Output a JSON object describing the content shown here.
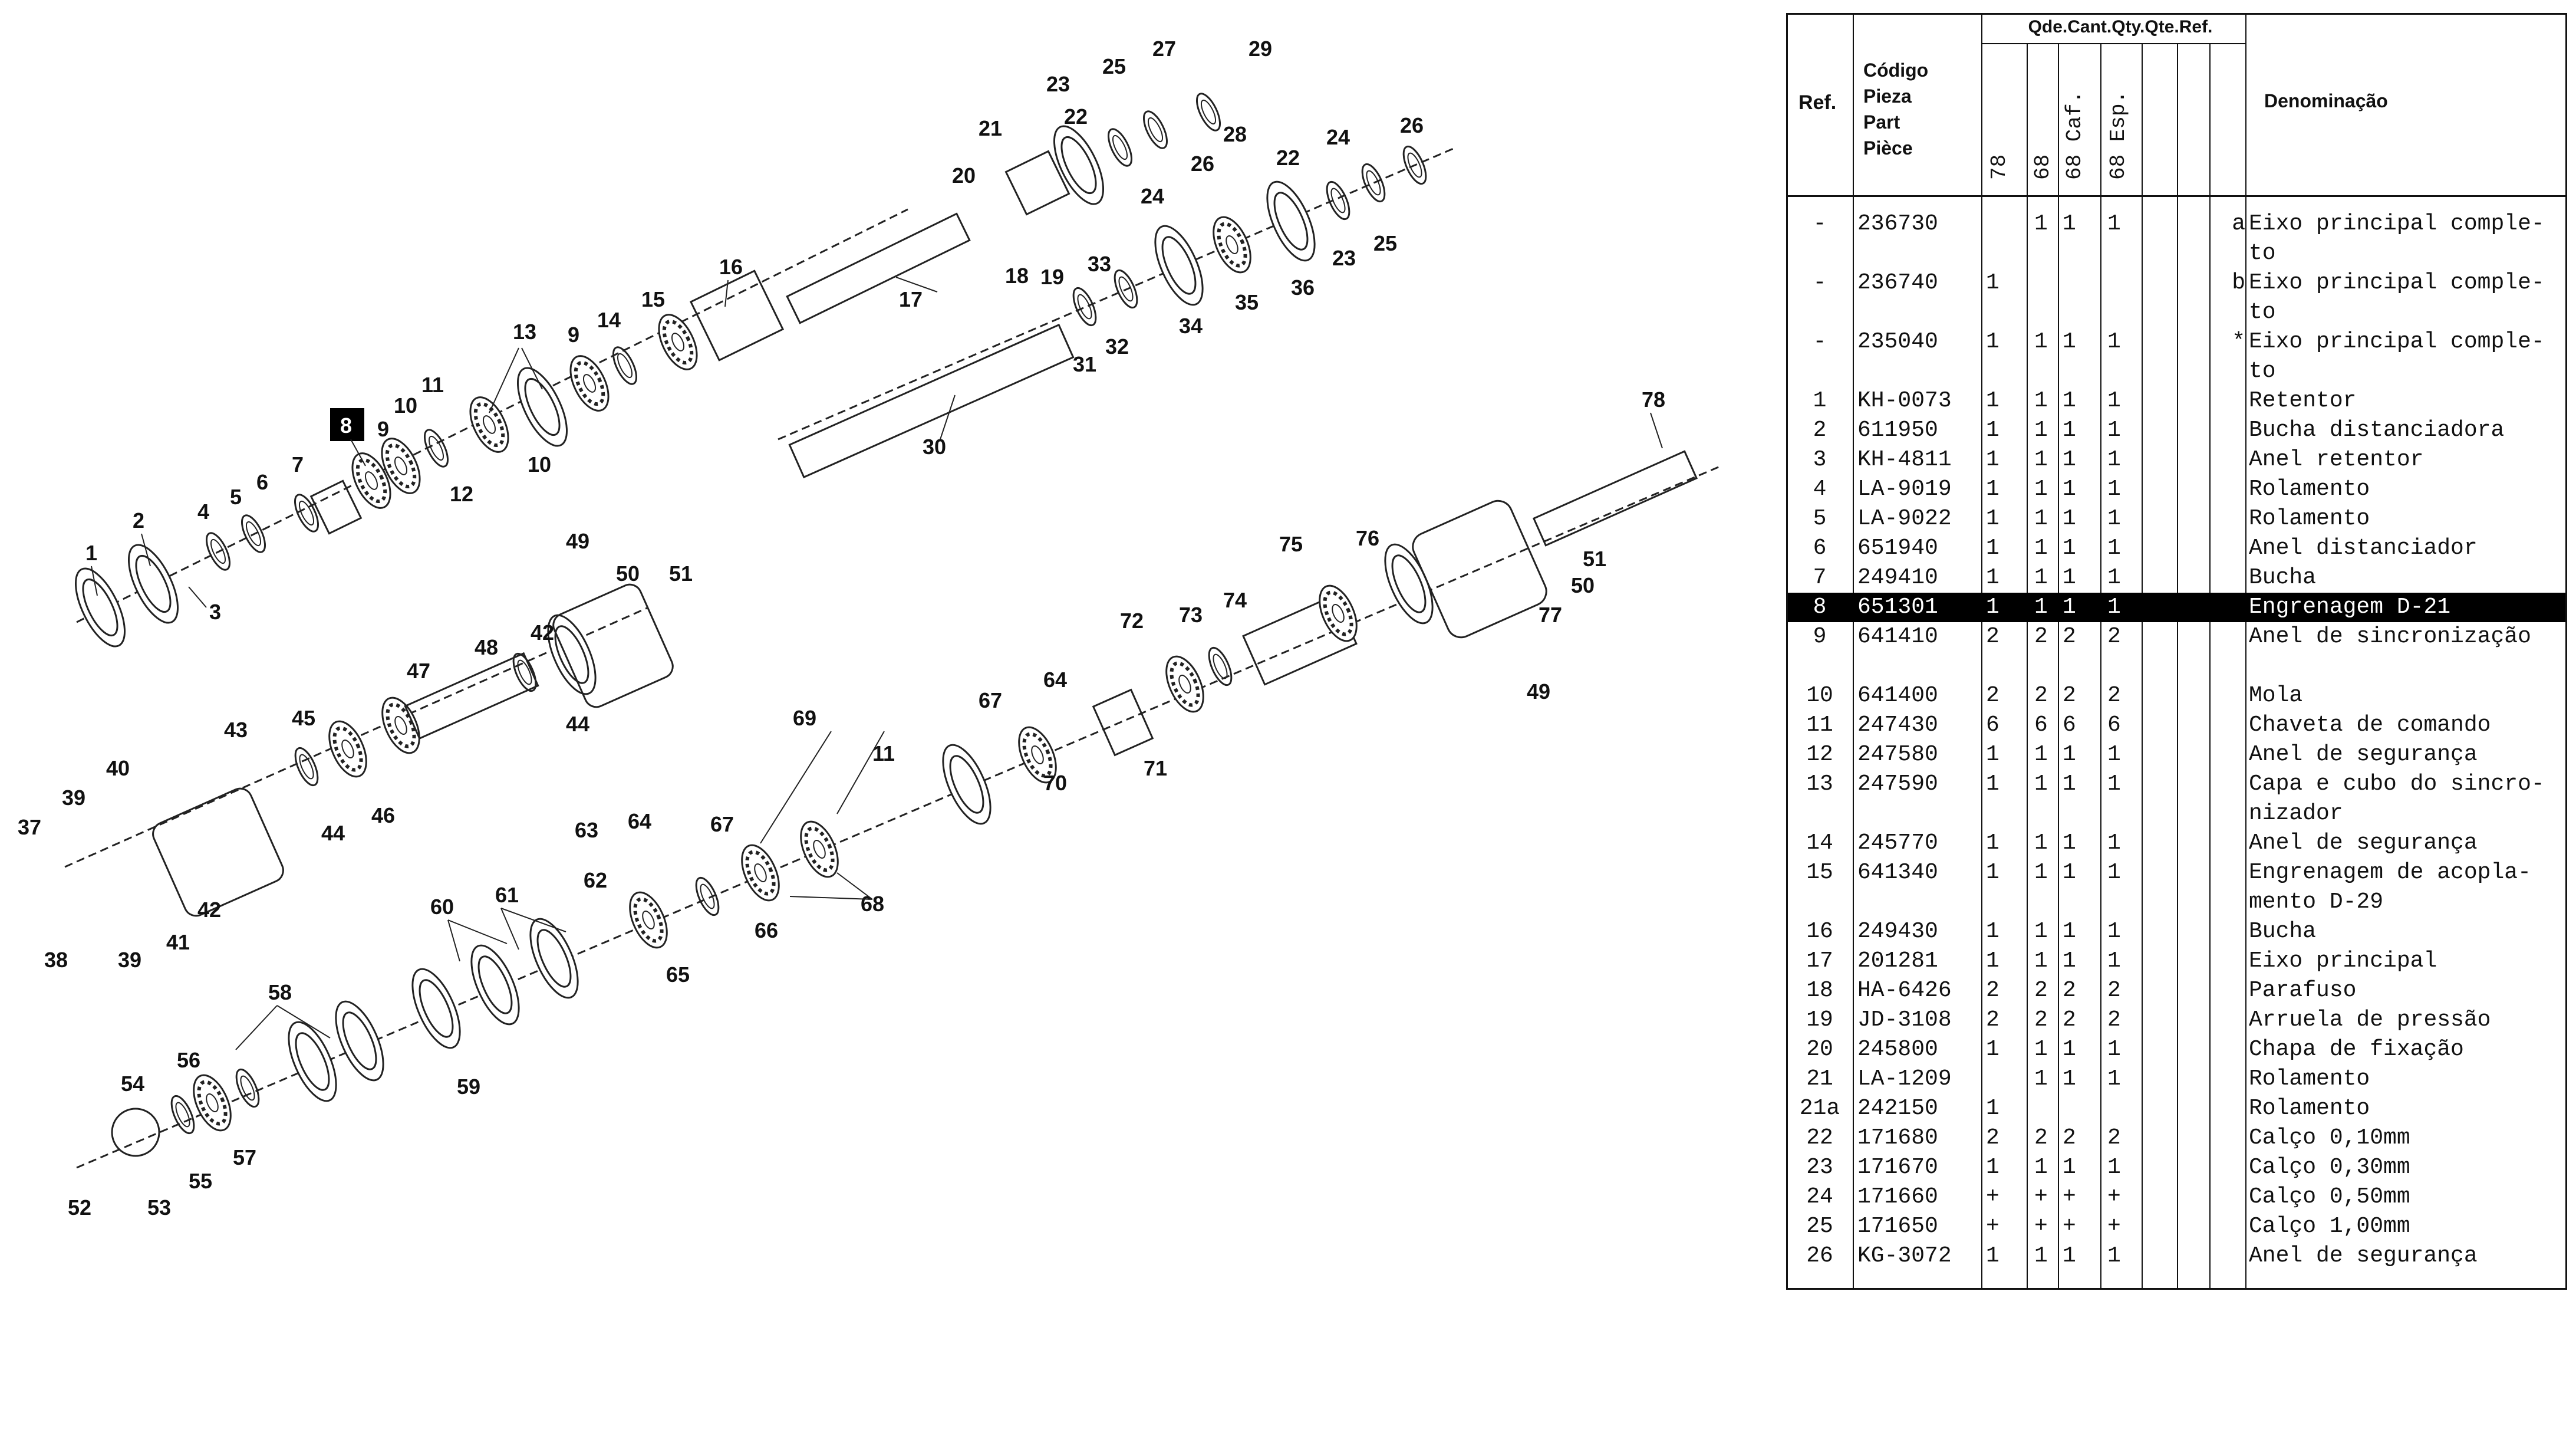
{
  "diagram": {
    "callouts": [
      "1",
      "2",
      "3",
      "4",
      "5",
      "6",
      "7",
      "8",
      "9",
      "10",
      "11",
      "12",
      "13",
      "14",
      "15",
      "16",
      "17",
      "18",
      "19",
      "20",
      "21",
      "22",
      "23",
      "24",
      "25",
      "26",
      "27",
      "28",
      "29",
      "30",
      "31",
      "32",
      "33",
      "34",
      "35",
      "36",
      "37",
      "38",
      "39",
      "40",
      "41",
      "42",
      "43",
      "44",
      "45",
      "46",
      "47",
      "48",
      "49",
      "50",
      "51",
      "52",
      "53",
      "54",
      "55",
      "56",
      "57",
      "58",
      "59",
      "60",
      "61",
      "62",
      "63",
      "64",
      "65",
      "66",
      "67",
      "68",
      "69",
      "70",
      "71",
      "72",
      "73",
      "74",
      "75",
      "76",
      "77",
      "78"
    ],
    "highlighted_callout": "8"
  },
  "table": {
    "header": {
      "ref": "Ref.",
      "code_lines": [
        "Código",
        "Pieza",
        "Part",
        "Pièce"
      ],
      "qty_title": "Qde.Cant.Qty.Qte.Ref.",
      "qty_columns": [
        "78",
        "68",
        "68 Caf.",
        "68 Esp."
      ],
      "denomination": "Denominação"
    },
    "rows": [
      {
        "ref": "-",
        "code": "236730",
        "q": [
          "",
          "1",
          "1",
          "1"
        ],
        "mark": "a",
        "den": [
          "Eixo principal comple-",
          "to"
        ]
      },
      {
        "ref": "-",
        "code": "236740",
        "q": [
          "1",
          "",
          "",
          ""
        ],
        "mark": "b",
        "den": [
          "Eixo principal comple-",
          "to"
        ]
      },
      {
        "ref": "-",
        "code": "235040",
        "q": [
          "1",
          "1",
          "1",
          "1"
        ],
        "mark": "*",
        "den": [
          "Eixo principal comple-",
          "to"
        ]
      },
      {
        "ref": "1",
        "code": "KH-0073",
        "q": [
          "1",
          "1",
          "1",
          "1"
        ],
        "mark": "",
        "den": [
          "Retentor"
        ]
      },
      {
        "ref": "2",
        "code": "611950",
        "q": [
          "1",
          "1",
          "1",
          "1"
        ],
        "mark": "",
        "den": [
          "Bucha distanciadora"
        ]
      },
      {
        "ref": "3",
        "code": "KH-4811",
        "q": [
          "1",
          "1",
          "1",
          "1"
        ],
        "mark": "",
        "den": [
          "Anel retentor"
        ]
      },
      {
        "ref": "4",
        "code": "LA-9019",
        "q": [
          "1",
          "1",
          "1",
          "1"
        ],
        "mark": "",
        "den": [
          "Rolamento"
        ]
      },
      {
        "ref": "5",
        "code": "LA-9022",
        "q": [
          "1",
          "1",
          "1",
          "1"
        ],
        "mark": "",
        "den": [
          "Rolamento"
        ]
      },
      {
        "ref": "6",
        "code": "651940",
        "q": [
          "1",
          "1",
          "1",
          "1"
        ],
        "mark": "",
        "den": [
          "Anel distanciador"
        ]
      },
      {
        "ref": "7",
        "code": "249410",
        "q": [
          "1",
          "1",
          "1",
          "1"
        ],
        "mark": "",
        "den": [
          "Bucha"
        ]
      },
      {
        "ref": "8",
        "code": "651301",
        "q": [
          "1",
          "1",
          "1",
          "1"
        ],
        "mark": "",
        "den": [
          "Engrenagem D-21"
        ],
        "highlight": true
      },
      {
        "ref": "9",
        "code": "641410",
        "q": [
          "2",
          "2",
          "2",
          "2"
        ],
        "mark": "",
        "den": [
          "Anel de sincronização",
          ""
        ]
      },
      {
        "ref": "10",
        "code": "641400",
        "q": [
          "2",
          "2",
          "2",
          "2"
        ],
        "mark": "",
        "den": [
          "Mola"
        ]
      },
      {
        "ref": "11",
        "code": "247430",
        "q": [
          "6",
          "6",
          "6",
          "6"
        ],
        "mark": "",
        "den": [
          "Chaveta de comando"
        ]
      },
      {
        "ref": "12",
        "code": "247580",
        "q": [
          "1",
          "1",
          "1",
          "1"
        ],
        "mark": "",
        "den": [
          "Anel de segurança"
        ]
      },
      {
        "ref": "13",
        "code": "247590",
        "q": [
          "1",
          "1",
          "1",
          "1"
        ],
        "mark": "",
        "den": [
          "Capa e cubo do sincro-",
          "nizador"
        ]
      },
      {
        "ref": "14",
        "code": "245770",
        "q": [
          "1",
          "1",
          "1",
          "1"
        ],
        "mark": "",
        "den": [
          "Anel de segurança"
        ]
      },
      {
        "ref": "15",
        "code": "641340",
        "q": [
          "1",
          "1",
          "1",
          "1"
        ],
        "mark": "",
        "den": [
          "Engrenagem de acopla-",
          "mento D-29"
        ]
      },
      {
        "ref": "16",
        "code": "249430",
        "q": [
          "1",
          "1",
          "1",
          "1"
        ],
        "mark": "",
        "den": [
          "Bucha"
        ]
      },
      {
        "ref": "17",
        "code": "201281",
        "q": [
          "1",
          "1",
          "1",
          "1"
        ],
        "mark": "",
        "den": [
          "Eixo principal"
        ]
      },
      {
        "ref": "18",
        "code": "HA-6426",
        "q": [
          "2",
          "2",
          "2",
          "2"
        ],
        "mark": "",
        "den": [
          "Parafuso"
        ]
      },
      {
        "ref": "19",
        "code": "JD-3108",
        "q": [
          "2",
          "2",
          "2",
          "2"
        ],
        "mark": "",
        "den": [
          "Arruela de pressão"
        ]
      },
      {
        "ref": "20",
        "code": "245800",
        "q": [
          "1",
          "1",
          "1",
          "1"
        ],
        "mark": "",
        "den": [
          "Chapa de fixação"
        ]
      },
      {
        "ref": "21",
        "code": "LA-1209",
        "q": [
          "",
          "1",
          "1",
          "1"
        ],
        "mark": "",
        "den": [
          "Rolamento"
        ]
      },
      {
        "ref": "21a",
        "code": "242150",
        "q": [
          "1",
          "",
          "",
          ""
        ],
        "mark": "",
        "den": [
          "Rolamento"
        ]
      },
      {
        "ref": "22",
        "code": "171680",
        "q": [
          "2",
          "2",
          "2",
          "2"
        ],
        "mark": "",
        "den": [
          "Calço 0,10mm"
        ]
      },
      {
        "ref": "23",
        "code": "171670",
        "q": [
          "1",
          "1",
          "1",
          "1"
        ],
        "mark": "",
        "den": [
          "Calço 0,30mm"
        ]
      },
      {
        "ref": "24",
        "code": "171660",
        "q": [
          "+",
          "+",
          "+",
          "+"
        ],
        "mark": "",
        "den": [
          "Calço 0,50mm"
        ]
      },
      {
        "ref": "25",
        "code": "171650",
        "q": [
          "+",
          "+",
          "+",
          "+"
        ],
        "mark": "",
        "den": [
          "Calço 1,00mm"
        ]
      },
      {
        "ref": "26",
        "code": "KG-3072",
        "q": [
          "1",
          "1",
          "1",
          "1"
        ],
        "mark": "",
        "den": [
          "Anel de segurança"
        ]
      }
    ]
  }
}
